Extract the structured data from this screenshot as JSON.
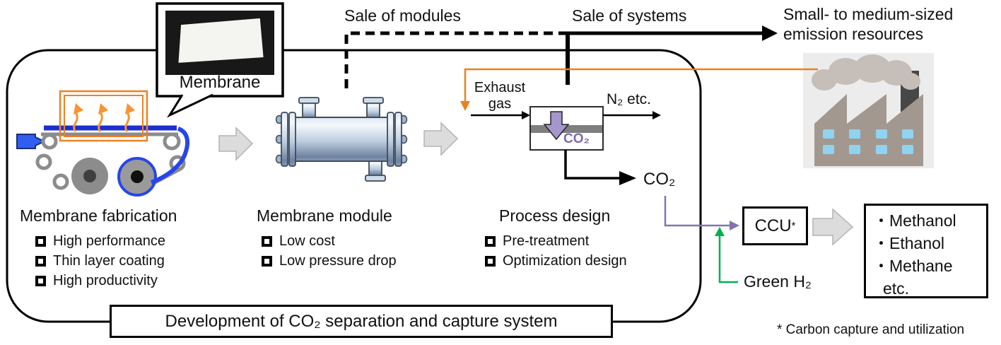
{
  "title_box": {
    "label": "Development of CO₂ separation and capture system"
  },
  "bubble": {
    "caption": "Membrane"
  },
  "flows": {
    "sale_of_modules": "Sale of modules",
    "sale_of_systems": "Sale of systems",
    "emission_line1": "Small- to medium-sized",
    "emission_line2": "emission resources",
    "exhaust_line1": "Exhaust",
    "exhaust_line2": "gas",
    "n2_etc": "N₂ etc.",
    "co2_out": "CO₂",
    "co2_in_box": "CO₂",
    "green_h2": "Green H₂"
  },
  "sections": [
    {
      "heading": "Membrane fabrication",
      "items": [
        "High performance",
        "Thin layer coating",
        "High productivity"
      ]
    },
    {
      "heading": "Membrane module",
      "items": [
        "Low cost",
        "Low pressure drop"
      ]
    },
    {
      "heading": "Process design",
      "items": [
        "Pre-treatment",
        "Optimization design"
      ]
    }
  ],
  "ccu": {
    "label": "CCU",
    "sup": "*"
  },
  "products": {
    "items": [
      "・Methanol",
      "・Ethanol",
      "・Methane",
      "etc."
    ]
  },
  "footnote": "* Carbon capture and utilization",
  "colors": {
    "orange": "#e8821e",
    "purple": "#8273b4",
    "purple_text": "#7e6aad",
    "green": "#00b050",
    "film_blue": "#2746e8",
    "gray_arrow": "#dcdcdc",
    "machine_gray": "#8c8c8c",
    "factory_window_blue": "#8fd3f2"
  }
}
